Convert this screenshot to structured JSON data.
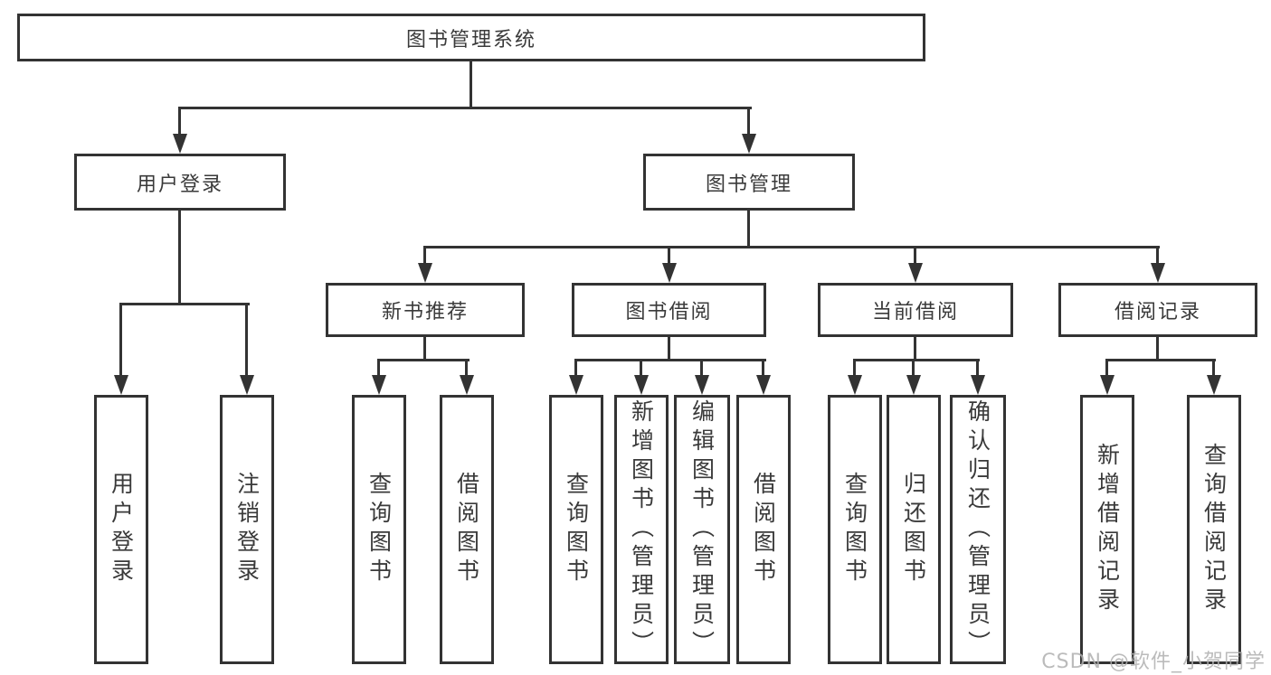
{
  "diagram_title": "图书管理系统",
  "watermark": "CSDN @软件_小贺同学",
  "colors": {
    "line": "#333333",
    "text": "#3a3a3a",
    "background": "#ffffff",
    "watermark": "#b0b0b0"
  },
  "nodes": {
    "root": {
      "label": "图书管理系统"
    },
    "user_login": {
      "label": "用户登录"
    },
    "book_mgmt": {
      "label": "图书管理"
    },
    "new_book_rec": {
      "label": "新书推荐"
    },
    "book_borrow": {
      "label": "图书借阅"
    },
    "current_borrow": {
      "label": "当前借阅"
    },
    "borrow_record": {
      "label": "借阅记录"
    },
    "leaf_user_login": {
      "label": "用户登录"
    },
    "leaf_logout": {
      "label": "注销登录"
    },
    "leaf_query_book_rec": {
      "label": "查询图书"
    },
    "leaf_borrow_book_rec": {
      "label": "借阅图书"
    },
    "leaf_query_book_borrow": {
      "label": "查询图书"
    },
    "leaf_add_book": {
      "label": "新增图书（管理员）"
    },
    "leaf_edit_book": {
      "label": "编辑图书（管理员）"
    },
    "leaf_borrow_book": {
      "label": "借阅图书"
    },
    "leaf_query_book_current": {
      "label": "查询图书"
    },
    "leaf_return_book": {
      "label": "归还图书"
    },
    "leaf_confirm_return": {
      "label": "确认归还（管理员）"
    },
    "leaf_add_borrow_record": {
      "label": "新增借阅记录"
    },
    "leaf_query_borrow_record": {
      "label": "查询借阅记录"
    }
  },
  "tree": {
    "root": "图书管理系统",
    "children": [
      {
        "label": "用户登录",
        "children": [
          "用户登录",
          "注销登录"
        ]
      },
      {
        "label": "图书管理",
        "children": [
          {
            "label": "新书推荐",
            "children": [
              "查询图书",
              "借阅图书"
            ]
          },
          {
            "label": "图书借阅",
            "children": [
              "查询图书",
              "新增图书（管理员）",
              "编辑图书（管理员）",
              "借阅图书"
            ]
          },
          {
            "label": "当前借阅",
            "children": [
              "查询图书",
              "归还图书",
              "确认归还（管理员）"
            ]
          },
          {
            "label": "借阅记录",
            "children": [
              "新增借阅记录",
              "查询借阅记录"
            ]
          }
        ]
      }
    ]
  }
}
